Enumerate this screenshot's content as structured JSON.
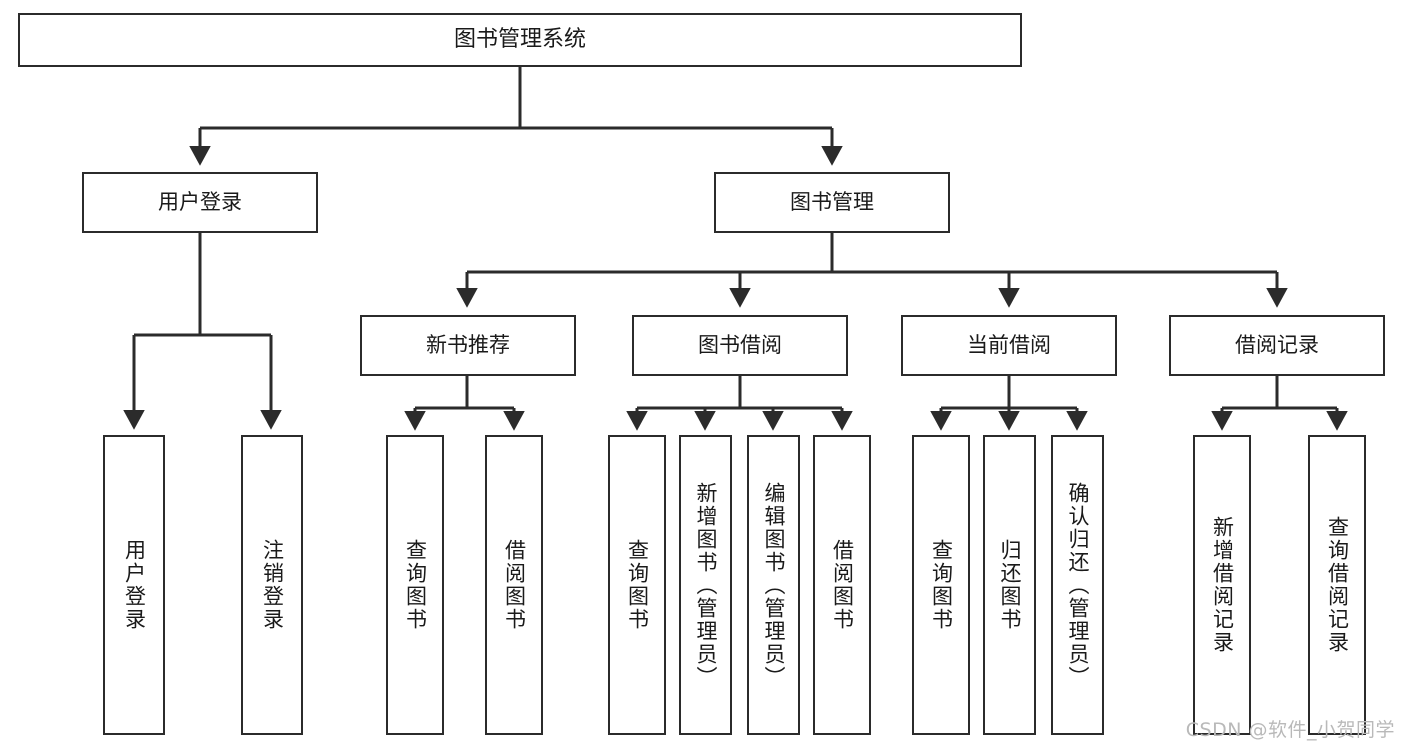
{
  "diagram": {
    "type": "tree-hierarchy",
    "title": "图书管理系统",
    "orientation": "top-down",
    "colors": {
      "box_stroke": "#2b2b2b",
      "box_fill": "#ffffff",
      "connector": "#2b2b2b",
      "watermark": "#b9b9b9",
      "background": "#ffffff"
    },
    "nodes": {
      "root": {
        "label": "图书管理系统"
      },
      "level1": [
        {
          "id": "user-login",
          "label": "用户登录"
        },
        {
          "id": "book-manage",
          "label": "图书管理"
        }
      ],
      "level2": [
        {
          "id": "new-book-recommend",
          "label": "新书推荐"
        },
        {
          "id": "book-borrow",
          "label": "图书借阅"
        },
        {
          "id": "current-borrow",
          "label": "当前借阅"
        },
        {
          "id": "borrow-record",
          "label": "借阅记录"
        }
      ],
      "leaves": {
        "user-login": [
          {
            "id": "leaf-user-login",
            "label": "用户登录"
          },
          {
            "id": "leaf-logout",
            "label": "注销登录"
          }
        ],
        "new-book-recommend": [
          {
            "id": "leaf-query-book-1",
            "label": "查询图书"
          },
          {
            "id": "leaf-borrow-book-1",
            "label": "借阅图书"
          }
        ],
        "book-borrow": [
          {
            "id": "leaf-query-book-2",
            "label": "查询图书"
          },
          {
            "id": "leaf-add-book",
            "label": "新增图书（管理员）"
          },
          {
            "id": "leaf-edit-book",
            "label": "编辑图书（管理员）"
          },
          {
            "id": "leaf-borrow-book-2",
            "label": "借阅图书"
          }
        ],
        "current-borrow": [
          {
            "id": "leaf-query-book-3",
            "label": "查询图书"
          },
          {
            "id": "leaf-return-book",
            "label": "归还图书"
          },
          {
            "id": "leaf-confirm-return",
            "label": "确认归还（管理员）"
          }
        ],
        "borrow-record": [
          {
            "id": "leaf-add-record",
            "label": "新增借阅记录"
          },
          {
            "id": "leaf-query-record",
            "label": "查询借阅记录"
          }
        ]
      }
    },
    "watermark": "CSDN @软件_小贺同学"
  }
}
